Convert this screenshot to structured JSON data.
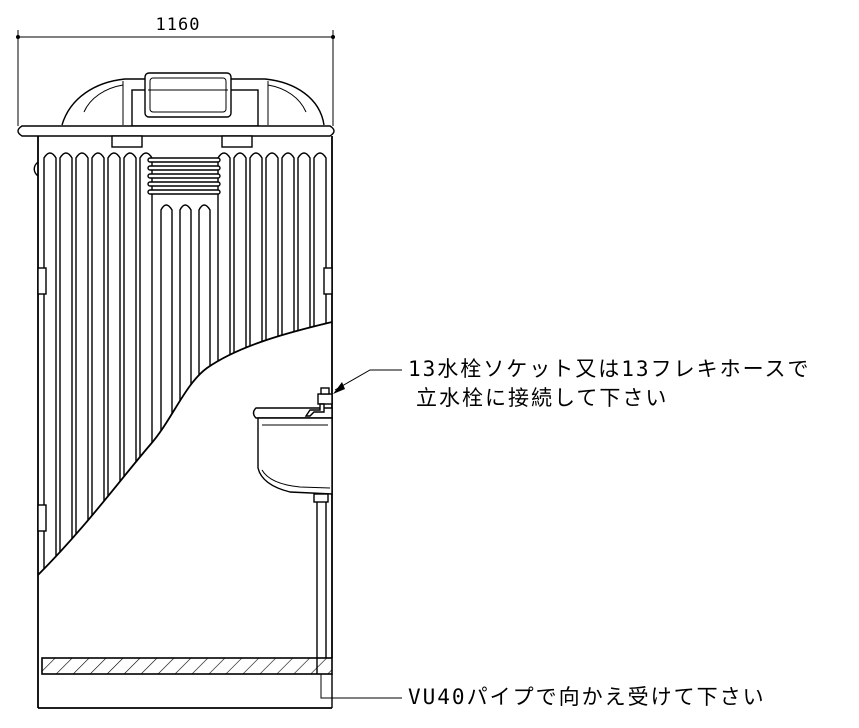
{
  "dimension": {
    "width_label": "1160"
  },
  "notes": {
    "faucet_line1": "13水栓ソケット又は13フレキホースで",
    "faucet_line2": "立水栓に接続して下さい",
    "drain_note": "VU40パイプで向かえ受けて下さい"
  },
  "colors": {
    "line": "#000000",
    "background": "#ffffff"
  }
}
